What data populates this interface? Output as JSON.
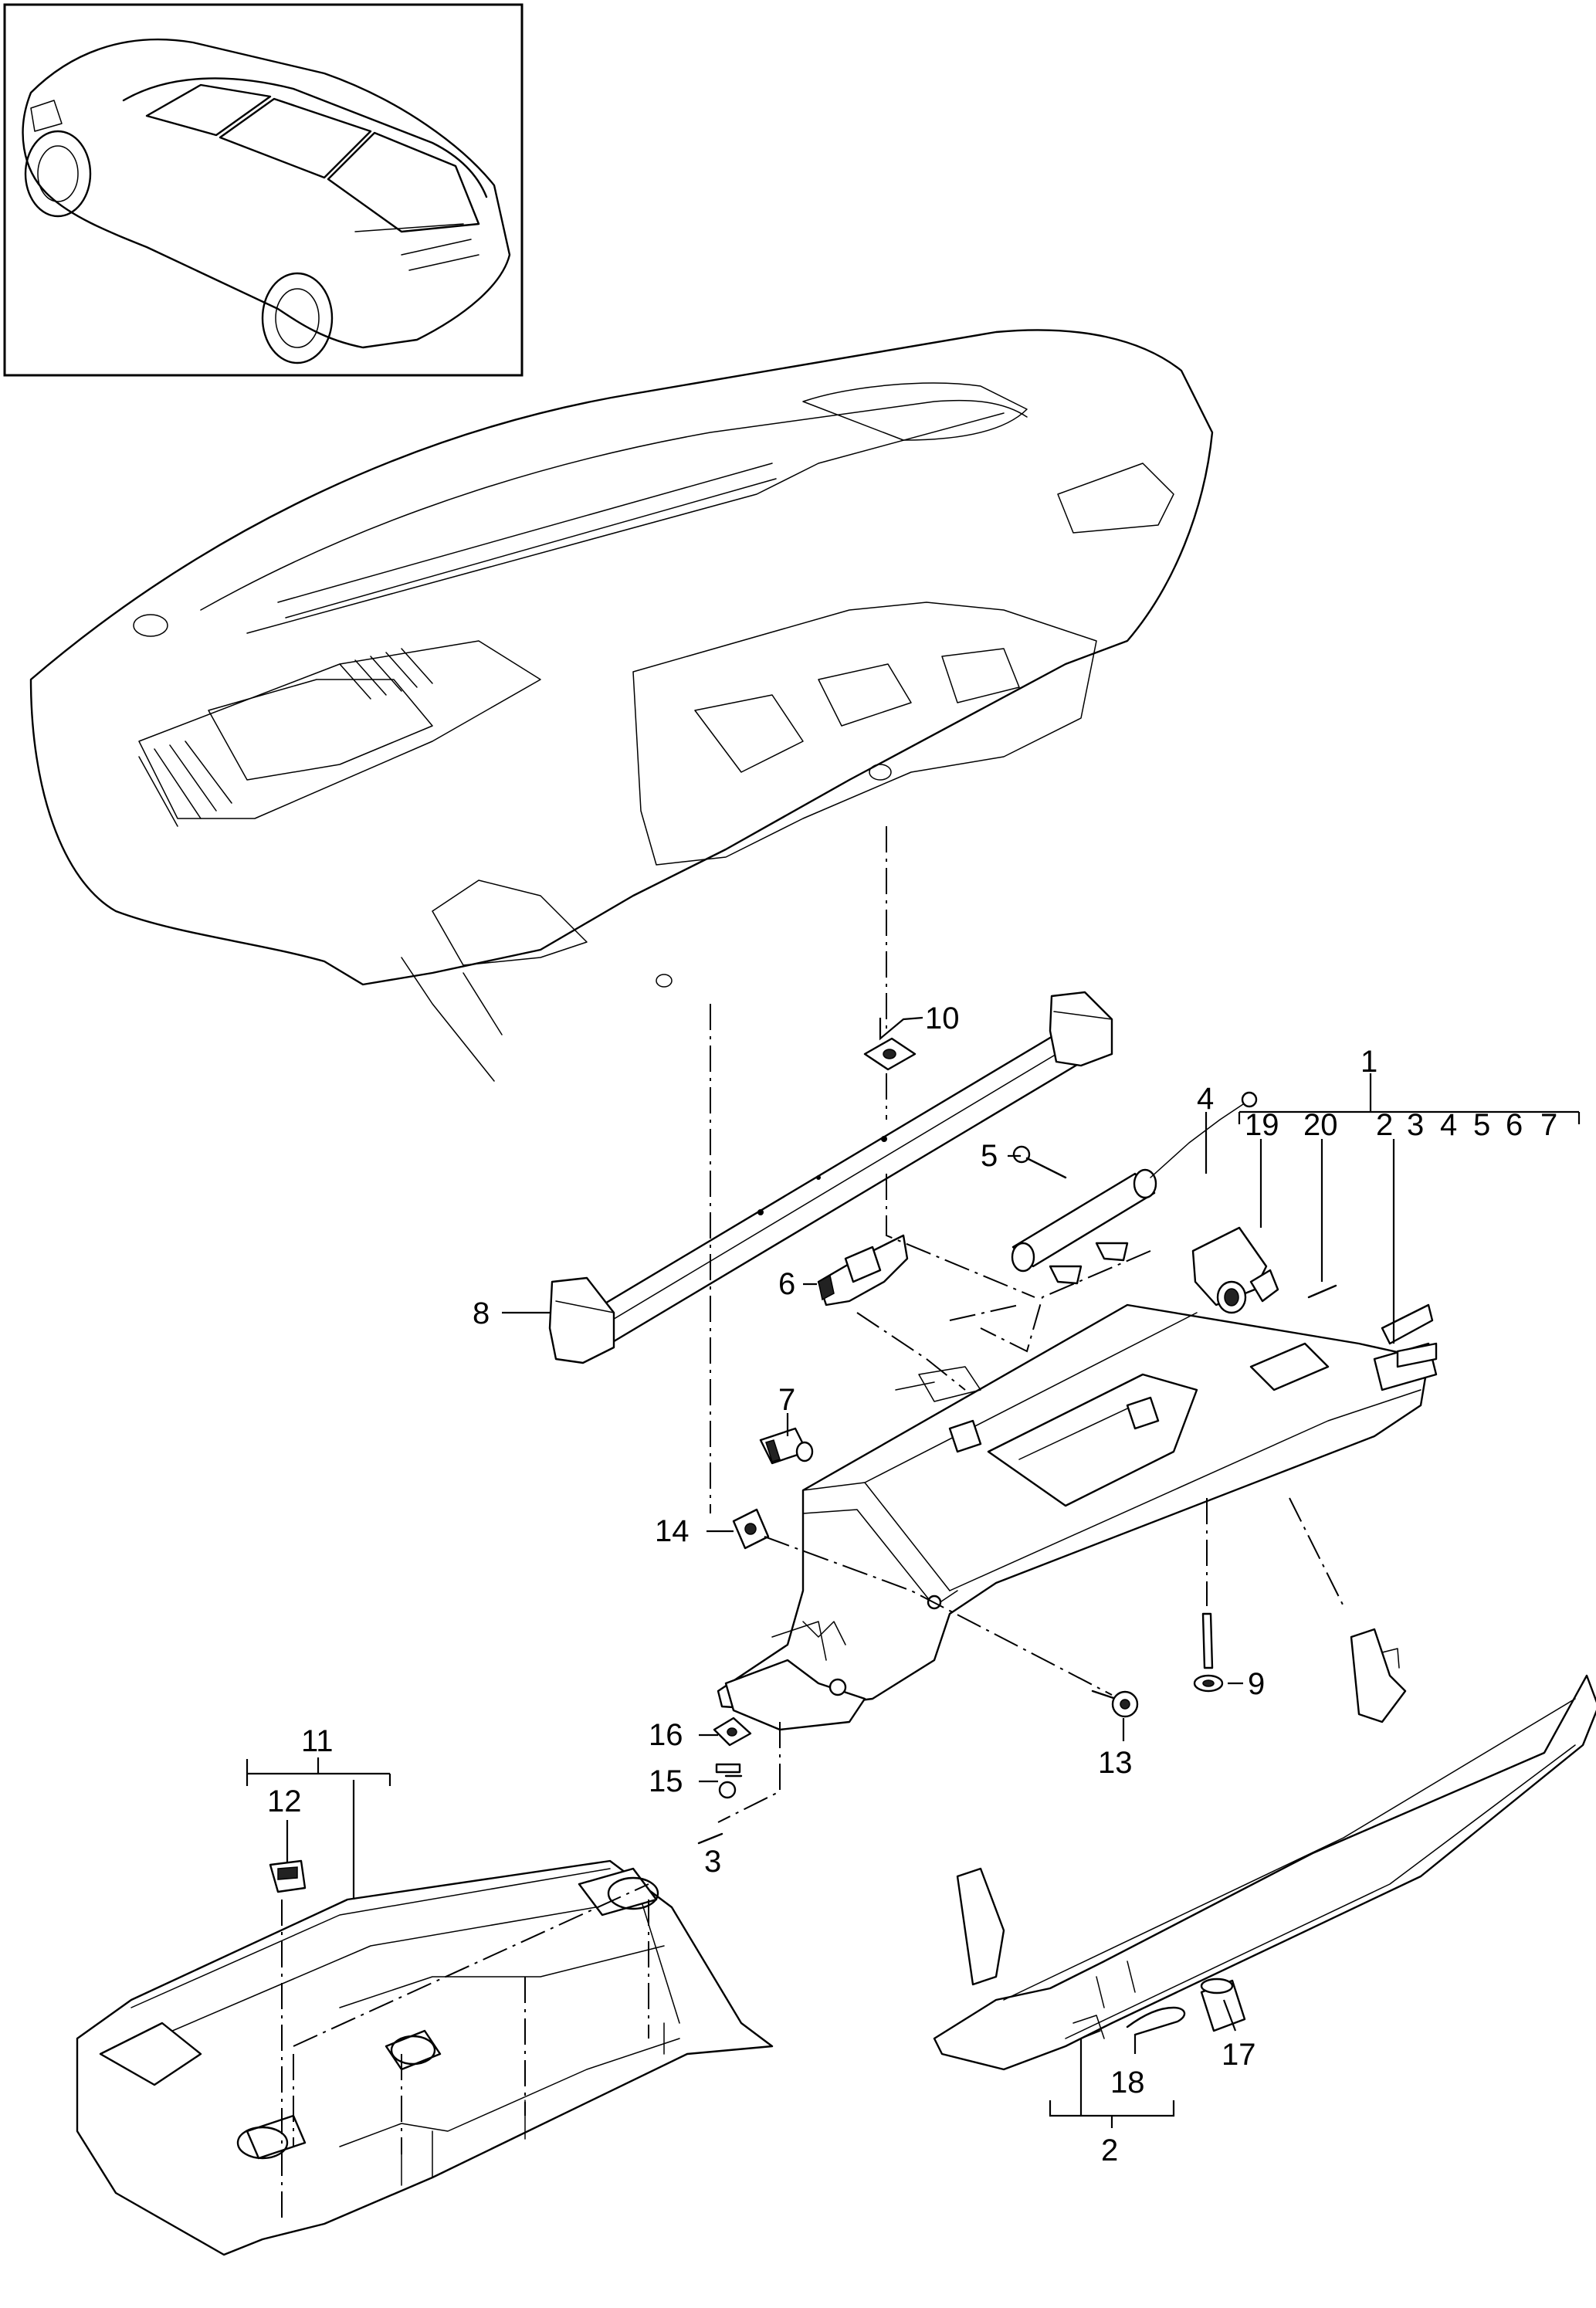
{
  "callouts": {
    "c1": "1",
    "c19": "19",
    "c20": "20",
    "c2a": "2",
    "c3a": "3",
    "c4a": "4",
    "c5a": "5",
    "c6a": "6",
    "c7a": "7",
    "c4": "4",
    "c5": "5",
    "c6": "6",
    "c7": "7",
    "c8": "8",
    "c9": "9",
    "c10": "10",
    "c11": "11",
    "c12": "12",
    "c13": "13",
    "c14": "14",
    "c15": "15",
    "c16": "16",
    "c3": "3",
    "c17": "17",
    "c18": "18",
    "c2": "2"
  }
}
